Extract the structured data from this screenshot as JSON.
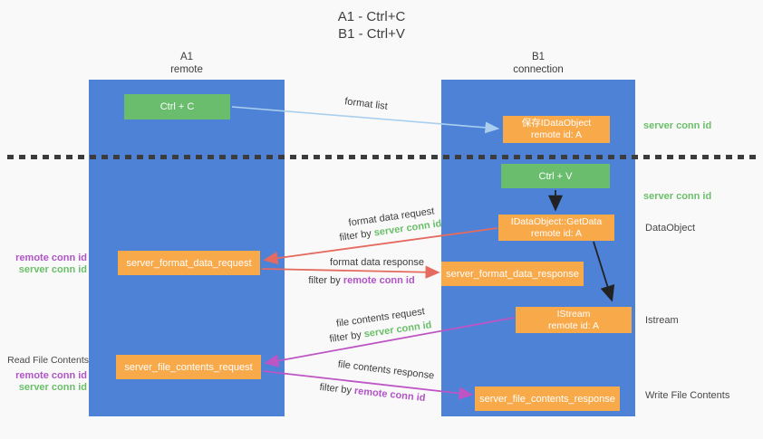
{
  "title": {
    "line1": "A1 - Ctrl+C",
    "line2": "B1 - Ctrl+V"
  },
  "lifelines": {
    "a1": {
      "name": "A1",
      "role": "remote"
    },
    "b1": {
      "name": "B1",
      "role": "connection"
    }
  },
  "boxes": {
    "ctrl_c": {
      "label": "Ctrl + C"
    },
    "ctrl_v": {
      "label": "Ctrl + V"
    },
    "save_dataobject": {
      "line1": "保存IDataObject",
      "line2": "remote id: A"
    },
    "getdata": {
      "line1": "IDataObject::GetData",
      "line2": "remote id: A"
    },
    "istream": {
      "line1": "IStream",
      "line2": "remote id: A"
    },
    "format_request": {
      "label": "server_format_data_request"
    },
    "format_response": {
      "label": "server_format_data_response"
    },
    "file_request": {
      "label": "server_file_contents_request"
    },
    "file_response": {
      "label": "server_file_contents_response"
    }
  },
  "flow_labels": {
    "format_list": "format list",
    "format_data_request": "format data request",
    "format_data_response": "format data response",
    "file_contents_request": "file contents request",
    "file_contents_response": "file contents response",
    "filter_by": "filter by",
    "server_conn_id": "server conn id",
    "remote_conn_id": "remote conn id"
  },
  "side_labels": {
    "right_top_server_conn_id": "server conn id",
    "right_mid_server_conn_id": "server conn id",
    "dataobject": "DataObject",
    "istream": "Istream",
    "write_file_contents": "Write File Contents",
    "read_file_contents": "Read File Contents",
    "left_remote_conn_id_1": "remote conn id",
    "left_server_conn_id_1": "server conn id",
    "left_remote_conn_id_2": "remote conn id",
    "left_server_conn_id_2": "server conn id"
  },
  "colors": {
    "lifeline_blue": "#4d82d7",
    "action_green": "#69bd6d",
    "node_orange": "#f8a94a",
    "server_conn_green": "#6abf69",
    "remote_conn_purple": "#b054c6",
    "format_arrow_red": "#e56a5f",
    "file_arrow_magenta": "#bd55c5",
    "format_list_arrow_blue": "#aacfee",
    "black_arrow": "#222222",
    "separator_dark": "#3c3c3c"
  }
}
